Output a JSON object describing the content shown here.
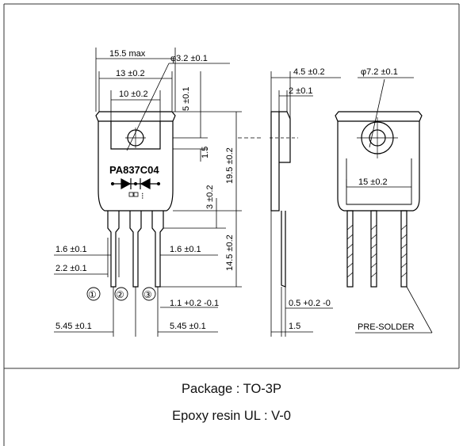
{
  "part_marking": "PA837C04",
  "dimensions": {
    "width_max": "15.5 max",
    "hole_dia": "φ3.2 ±0.1",
    "tab_width": "13 ±0.2",
    "inner_width": "10 ±0.2",
    "top_to_hole": "5 ±0.1",
    "hole_depth": "1.5",
    "body_height": "19.5 ±0.2",
    "shoulder": "3 ±0.2",
    "lead_length": "14.5 ±0.2",
    "lead_width_left": "1.6 ±0.1",
    "lead_width_right": "1.6 ±0.1",
    "lead_base": "2.2 ±0.1",
    "lead_thickness": "1.1 +0.2 -0.1",
    "pitch_left": "5.45 ±0.1",
    "pitch_right": "5.45 ±0.1",
    "side_thickness": "4.5 ±0.2",
    "tab_thickness": "2 ±0.1",
    "lead_thk_side": "0.5 +0.2 -0",
    "side_base": "1.5",
    "back_dia": "φ7.2 ±0.1",
    "back_width": "15 ±0.2"
  },
  "pin_labels": [
    "①",
    "②",
    "③"
  ],
  "pre_solder_label": "PRE-SOLDER",
  "caption": {
    "package": "Package  :  TO-3P",
    "resin": "Epoxy resin  UL : V-0"
  }
}
